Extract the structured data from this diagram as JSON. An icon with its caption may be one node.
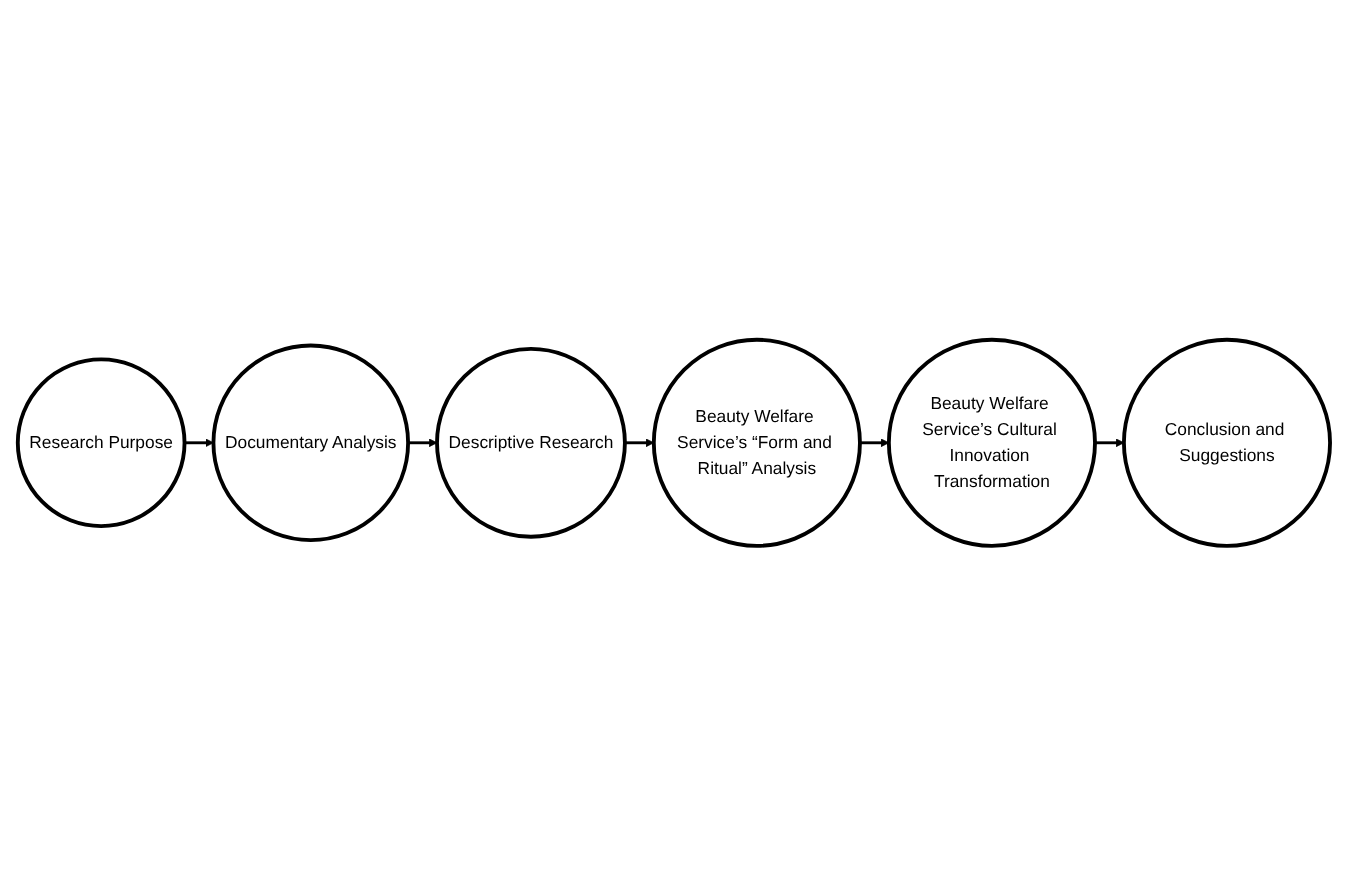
{
  "diagram": {
    "nodes": [
      {
        "text": [
          "Research Purpose"
        ]
      },
      {
        "text": [
          "Documentary Analysis"
        ]
      },
      {
        "text": [
          "Descriptive Research"
        ]
      },
      {
        "text": [
          "Beauty Welfare Service’s “Form and Ritual” Analysis"
        ]
      },
      {
        "text": [
          "Beauty Welfare Service’s Cultural Innovation Transformation"
        ]
      },
      {
        "text": [
          "Conclusion and Suggestions"
        ]
      }
    ],
    "edges": [
      {
        "from": 0,
        "to": 1,
        "arrow": "to"
      },
      {
        "from": 1,
        "to": 2,
        "arrow": "to"
      },
      {
        "from": 2,
        "to": 3,
        "arrow": "to"
      },
      {
        "from": 3,
        "to": 4,
        "arrow": "to"
      },
      {
        "from": 4,
        "to": 5,
        "arrow": "to"
      }
    ]
  }
}
